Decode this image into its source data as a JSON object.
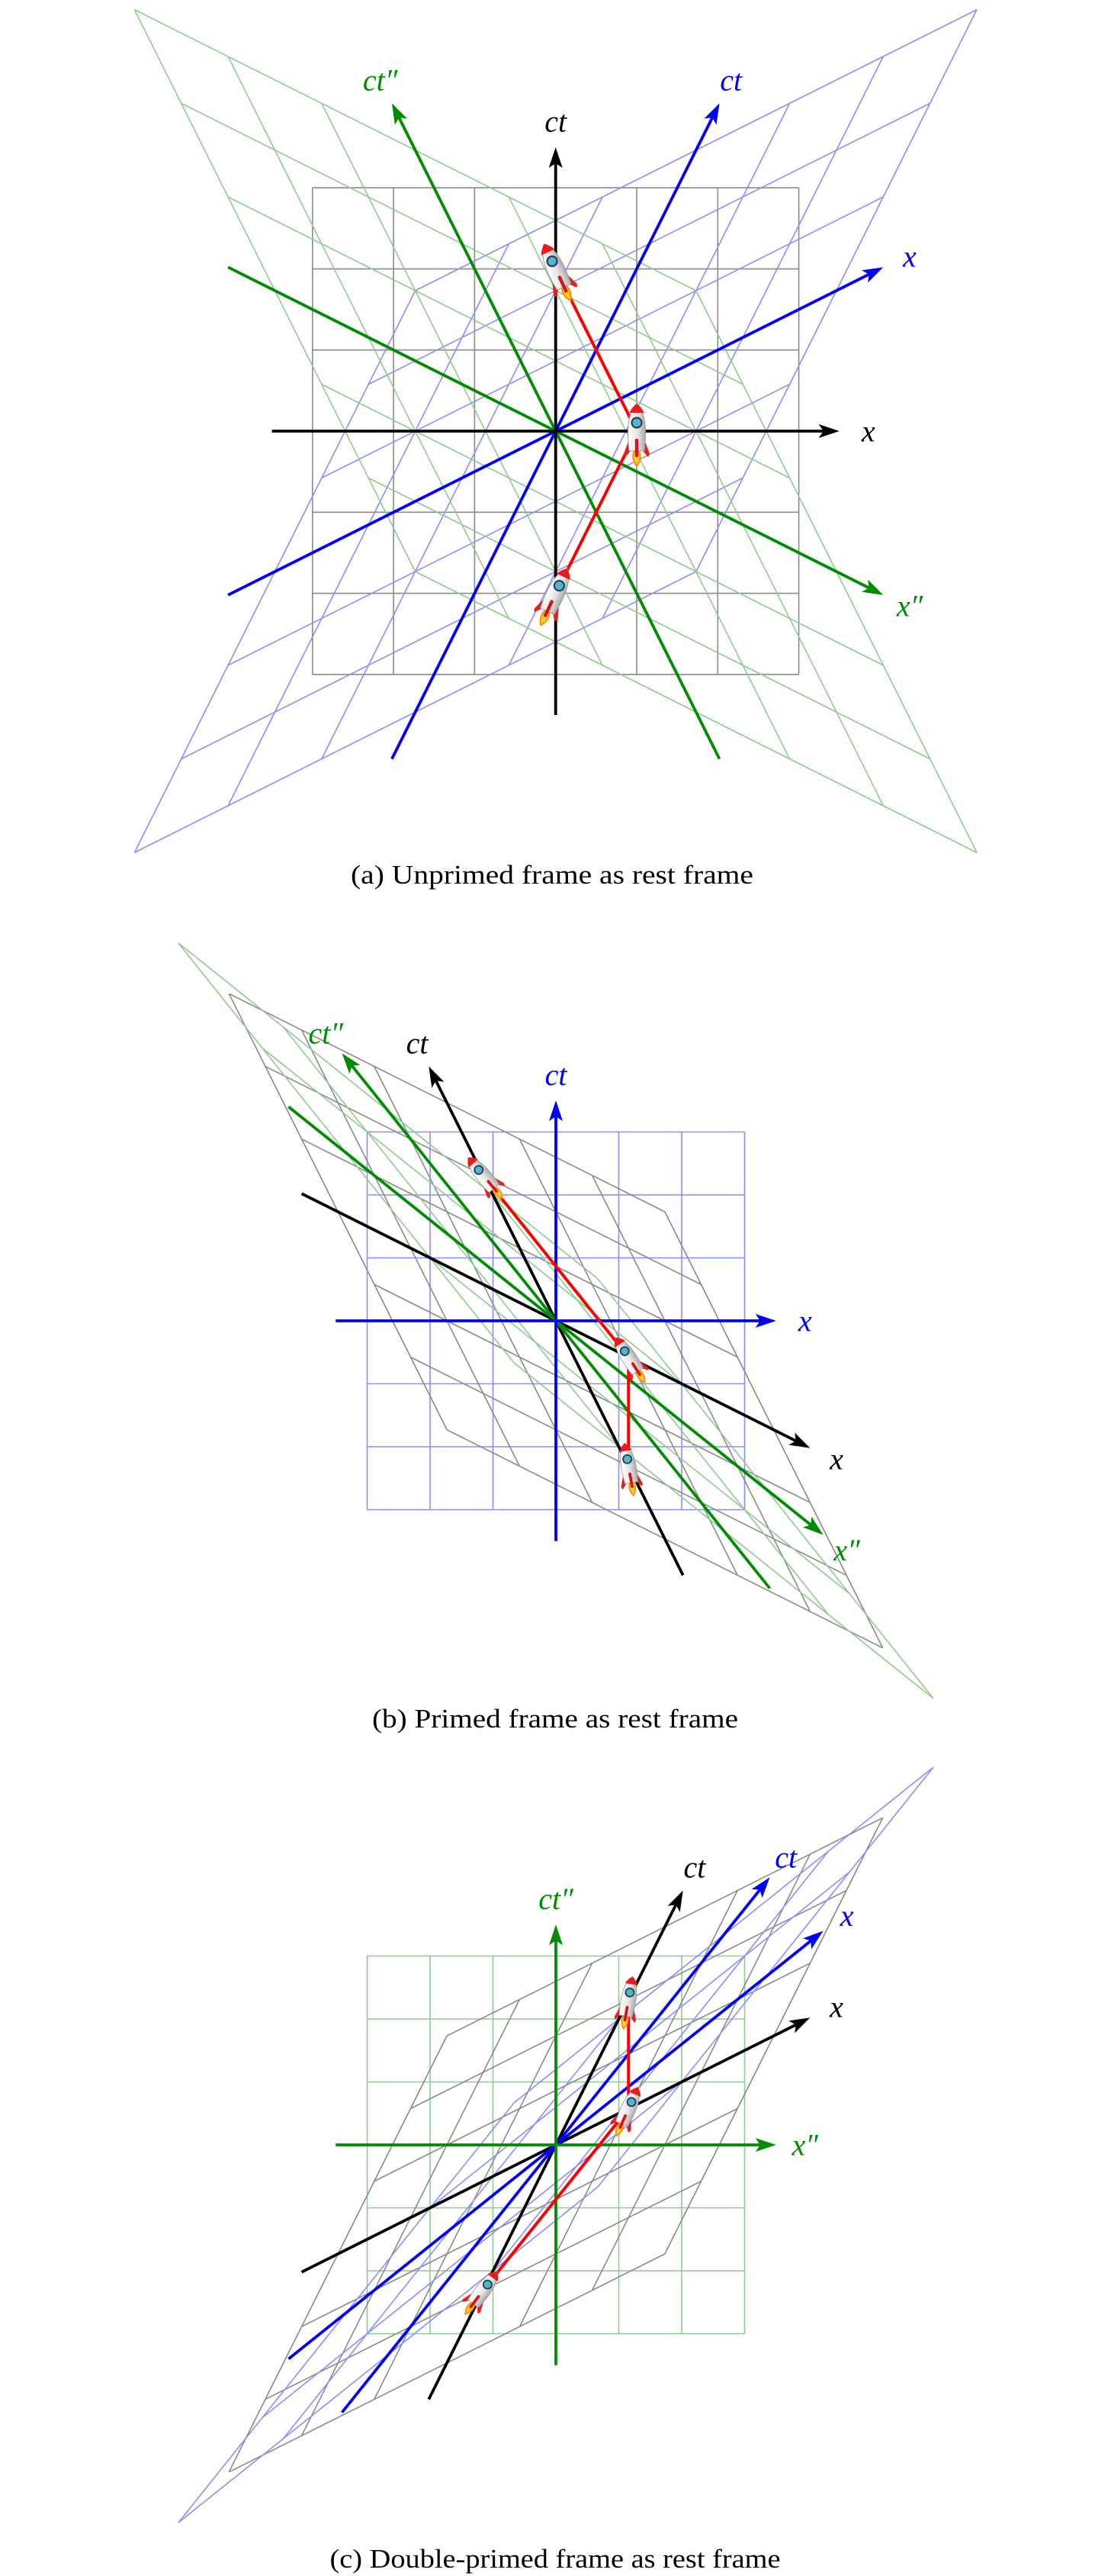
{
  "colors": {
    "worldline": "#ff0000"
  },
  "frames": [
    {
      "key": "unprimed",
      "velocity": 0,
      "color": "#000000",
      "grid_color": "#8a8a8a",
      "t_label": "ct",
      "x_label": "x"
    },
    {
      "key": "primed",
      "velocity": 0.5,
      "color": "#0000ff",
      "grid_color": "#8c8cff",
      "t_label": "ct",
      "x_label": "x"
    },
    {
      "key": "double_primed",
      "velocity": -0.5,
      "color": "#008c00",
      "grid_color": "#8ccc8c",
      "t_label": "ct″",
      "x_label": "x″"
    }
  ],
  "events_unprimed": [
    {
      "x": 0,
      "ct": -2
    },
    {
      "x": 1,
      "ct": 0
    },
    {
      "x": 0,
      "ct": 2
    }
  ],
  "worldline_segments": [
    [
      0,
      1
    ],
    [
      1,
      2
    ]
  ],
  "panels": [
    {
      "caption": "(a) Unprimed frame as rest frame",
      "rest_frame": 0
    },
    {
      "caption": "(b) Primed frame as rest frame",
      "rest_frame": 1
    },
    {
      "caption": "(c) Double-primed frame as rest frame",
      "rest_frame": 2
    }
  ]
}
